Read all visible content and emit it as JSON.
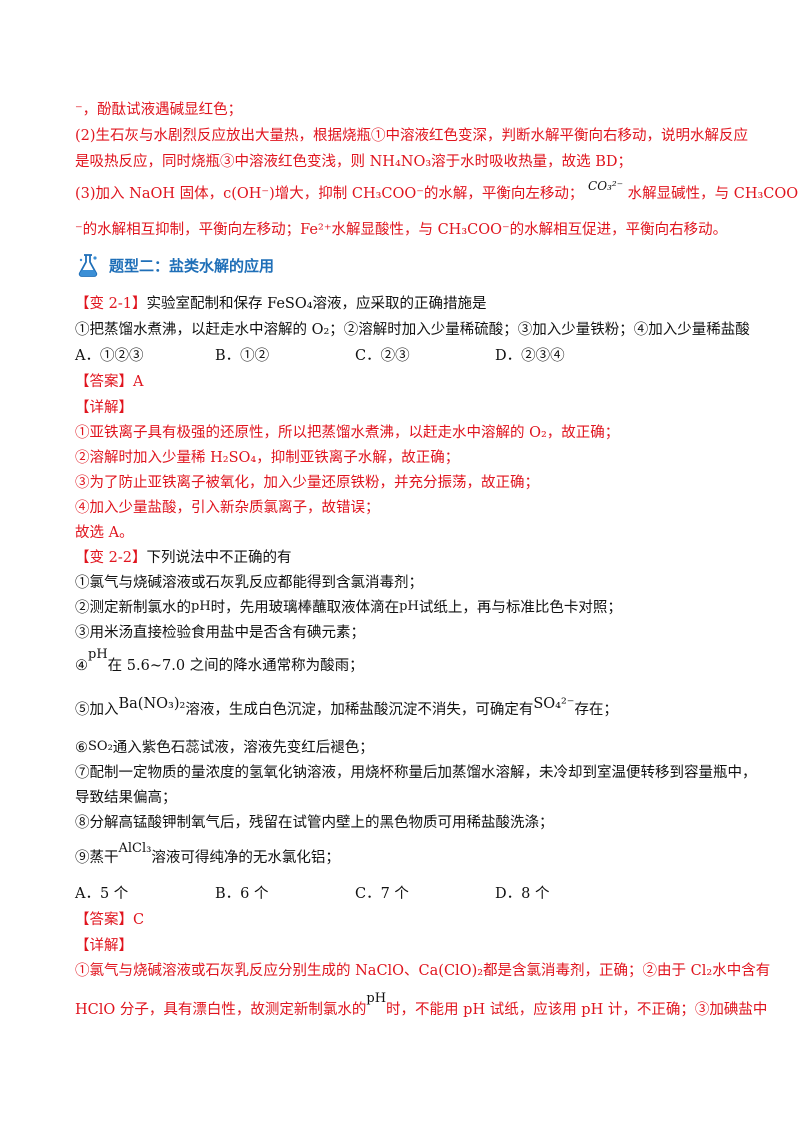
{
  "top_block": {
    "l1": "⁻，酚酞试液遇碱显红色；",
    "l2": "(2)生石灰与水剧烈反应放出大量热，根据烧瓶①中溶液红色变深，判断水解平衡向右移动，说明水解反应",
    "l3": "是吸热反应，同时烧瓶③中溶液红色变浅，则 NH₄NO₃溶于水时吸收热量，故选 BD；",
    "l4": "(3)加入 NaOH 固体，c(OH⁻)增大，抑制 CH₃COO⁻的水解，平衡向左移动；",
    "l4_formula": "CO₃²⁻",
    "l4b": "水解显碱性，与 CH₃COO",
    "l5": "⁻的水解相互抑制，平衡向左移动；Fe²⁺水解显酸性，与 CH₃COO⁻的水解相互促进，平衡向右移动。"
  },
  "section": {
    "icon": "flask-icon",
    "title": "题型二：盐类水解的应用"
  },
  "q21": {
    "tag": "【变 2-1】",
    "stem": "实验室配制和保存 FeSO₄溶液，应采取的正确措施是",
    "items": "①把蒸馏水煮沸，以赶走水中溶解的 O₂；②溶解时加入少量稀硫酸；③加入少量铁粉；④加入少量稀盐酸",
    "options": [
      "A．①②③",
      "B．①②",
      "C．②③",
      "D．②③④"
    ],
    "answer": "【答案】A",
    "detail_tag": "【详解】",
    "details": [
      "①亚铁离子具有极强的还原性，所以把蒸馏水煮沸，以赶走水中溶解的 O₂，故正确；",
      "②溶解时加入少量稀 H₂SO₄，抑制亚铁离子水解，故正确；",
      "③为了防止亚铁离子被氧化，加入少量还原铁粉，并充分振荡，故正确；",
      "④加入少量盐酸，引入新杂质氯离子，故错误；"
    ],
    "conclusion": "故选 A。"
  },
  "q22": {
    "tag": "【变 2-2】",
    "stem": "下列说法中不正确的有",
    "s1": "①氯气与烧碱溶液或石灰乳反应都能得到含氯消毒剂；",
    "s2a": "②测定新制氯水的",
    "s2_ph": "pH",
    "s2b": "时，先用玻璃棒蘸取液体滴在",
    "s2_ph2": "pH",
    "s2c": "试纸上，再与标准比色卡对照；",
    "s3": "③用米汤直接检验食用盐中是否含有碘元素；",
    "s4a": "④",
    "s4_ph": "pH",
    "s4b": "在 5.6~7.0 之间的降水通常称为酸雨；",
    "s5a": "⑤加入",
    "s5_formula": "Ba(NO₃)₂",
    "s5b": "溶液，生成白色沉淀，加稀盐酸沉淀不消失，可确定有",
    "s5_ion": "SO₄²⁻",
    "s5c": "存在；",
    "s6a": "⑥",
    "s6_formula": "SO₂",
    "s6b": "通入紫色石蕊试液，溶液先变红后褪色；",
    "s7a": "⑦配制一定物质的量浓度的氢氧化钠溶液，用烧杯称量后加蒸馏水溶解，未冷却到室温便转移到容量瓶中，",
    "s7b": "导致结果偏高；",
    "s8": "⑧分解高锰酸钾制氧气后，残留在试管内壁上的黑色物质可用稀盐酸洗涤；",
    "s9a": "⑨蒸干",
    "s9_formula": "AlCl₃",
    "s9b": "溶液可得纯净的无水氯化铝；",
    "options": [
      "A．5 个",
      "B．6 个",
      "C．7 个",
      "D．8 个"
    ],
    "answer": "【答案】C",
    "detail_tag": "【详解】",
    "d1": "①氯气与烧碱溶液或石灰乳反应分别生成的 NaClO、Ca(ClO)₂都是含氯消毒剂，正确；②由于 Cl₂水中含有",
    "d2a": "HClO 分子，具有漂白性，故测定新制氯水的",
    "d2_ph": "pH",
    "d2b": "时，不能用 pH 试纸，应该用 pH 计，不正确；③加碘盐中"
  }
}
